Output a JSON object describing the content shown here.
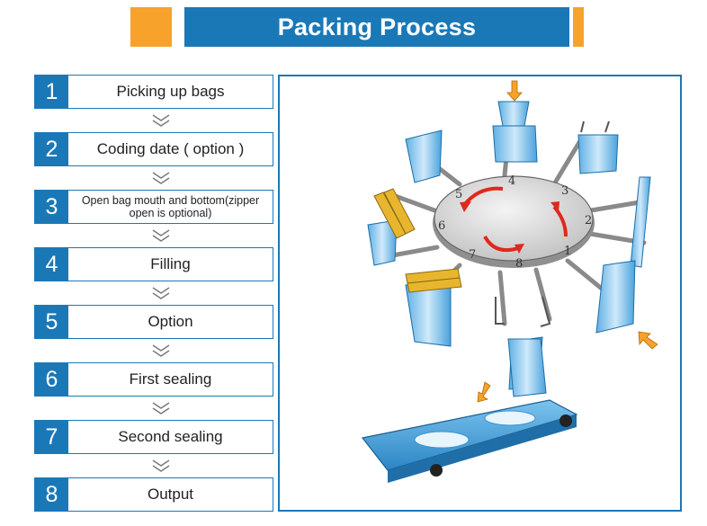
{
  "header": {
    "title": "Packing Process"
  },
  "steps": [
    {
      "num": "1",
      "label": "Picking up bags"
    },
    {
      "num": "2",
      "label": "Coding date ( option )"
    },
    {
      "num": "3",
      "label": "Open bag mouth and bottom(zipper open is optional)"
    },
    {
      "num": "4",
      "label": "Filling"
    },
    {
      "num": "5",
      "label": "Option"
    },
    {
      "num": "6",
      "label": "First sealing"
    },
    {
      "num": "7",
      "label": "Second sealing"
    },
    {
      "num": "8",
      "label": "Output"
    }
  ],
  "wheel_labels": [
    "1",
    "2",
    "3",
    "4",
    "5",
    "6",
    "7",
    "8"
  ],
  "colors": {
    "blue": "#1b78b7",
    "orange": "#f7a22b",
    "light_blue": "#8ec9ee",
    "red": "#e0281d"
  }
}
